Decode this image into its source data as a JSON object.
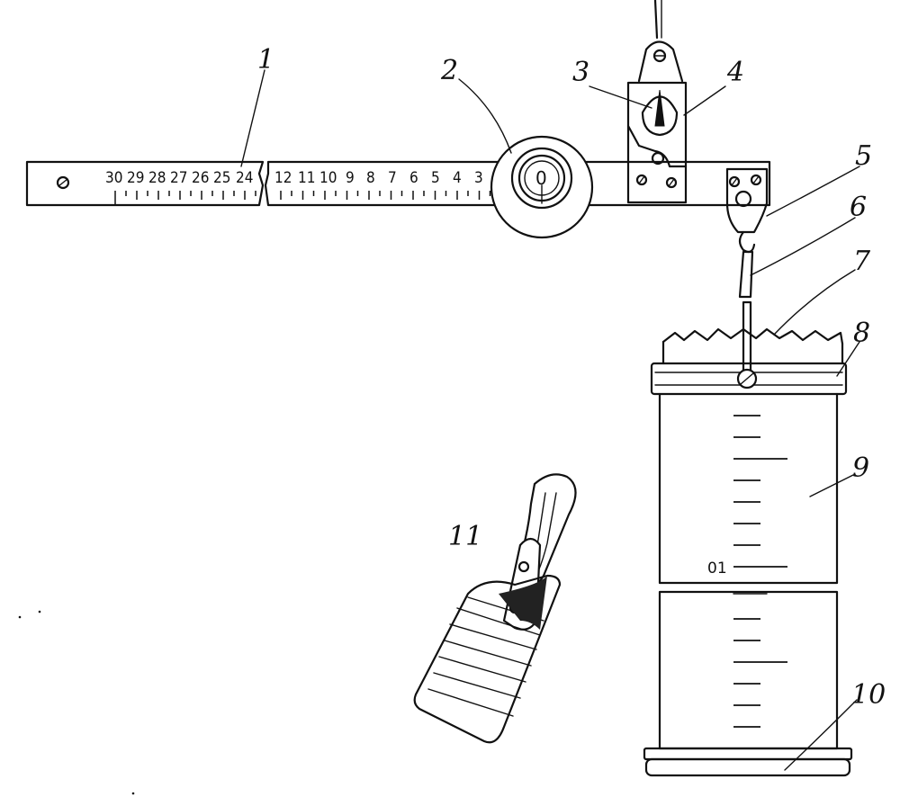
{
  "callouts": [
    {
      "label": "1"
    },
    {
      "label": "2"
    },
    {
      "label": "3"
    },
    {
      "label": "4"
    },
    {
      "label": "5"
    },
    {
      "label": "6"
    },
    {
      "label": "7"
    },
    {
      "label": "8"
    },
    {
      "label": "9"
    },
    {
      "label": "10"
    },
    {
      "label": "11"
    }
  ],
  "scale_left": [
    "30",
    "29",
    "28",
    "27",
    "26",
    "25",
    "24"
  ],
  "scale_right": [
    "12",
    "11",
    "10",
    "9",
    "8",
    "7",
    "6",
    "5",
    "4",
    "3"
  ],
  "dial_label": "0",
  "cylinder_mark": "01"
}
